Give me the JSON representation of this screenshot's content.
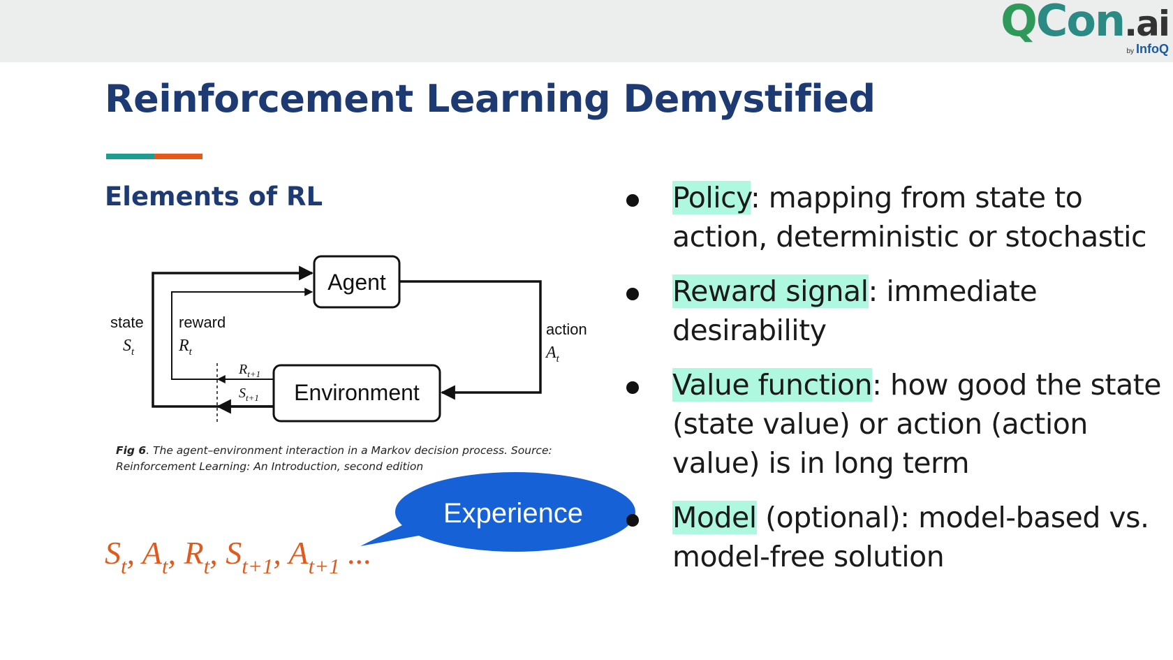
{
  "header": {
    "logo_brand_q": "Q",
    "logo_brand_con": "Con",
    "logo_brand_ai": ".ai",
    "logo_by": "by",
    "logo_infoq": "InfoQ"
  },
  "slide": {
    "title": "Reinforcement Learning Demystified",
    "subtitle": "Elements of RL",
    "colors": {
      "title": "#1e3a72",
      "teal": "#1f9b8f",
      "orange": "#e55a1b",
      "highlight": "#aff8e0",
      "bubble": "#1661d6"
    }
  },
  "diagram": {
    "agent_label": "Agent",
    "environment_label": "Environment",
    "state_label": "state",
    "state_symbol": "S",
    "state_sub": "t",
    "reward_label": "reward",
    "reward_symbol": "R",
    "reward_sub": "t",
    "action_label": "action",
    "action_symbol": "A",
    "action_sub": "t",
    "next_reward_symbol": "R",
    "next_reward_sub": "t+1",
    "next_state_symbol": "S",
    "next_state_sub": "t+1"
  },
  "caption": {
    "fig_label": "Fig 6",
    "text_line1": ". The agent–environment interaction in a Markov decision process. Source:",
    "text_line2": "Reinforcement Learning: An Introduction, second edition"
  },
  "bubble": {
    "text": "Experience"
  },
  "sequence": {
    "s": "S",
    "s_sub": "t",
    "a": "A",
    "a_sub": "t",
    "r": "R",
    "r_sub": "t",
    "s1": "S",
    "s1_sub": "t+1",
    "a1": "A",
    "a1_sub": "t+1",
    "ellipsis": "..."
  },
  "bullets": [
    {
      "term": "Policy",
      "rest": ": mapping from state to action, deterministic or stochastic"
    },
    {
      "term": "Reward signal",
      "rest": ": immediate desirability"
    },
    {
      "term": "Value function",
      "rest": ": how good the state (state value) or action (action value) is in long term"
    },
    {
      "term": "Model",
      "rest": " (optional): model-based vs. model-free solution"
    }
  ]
}
